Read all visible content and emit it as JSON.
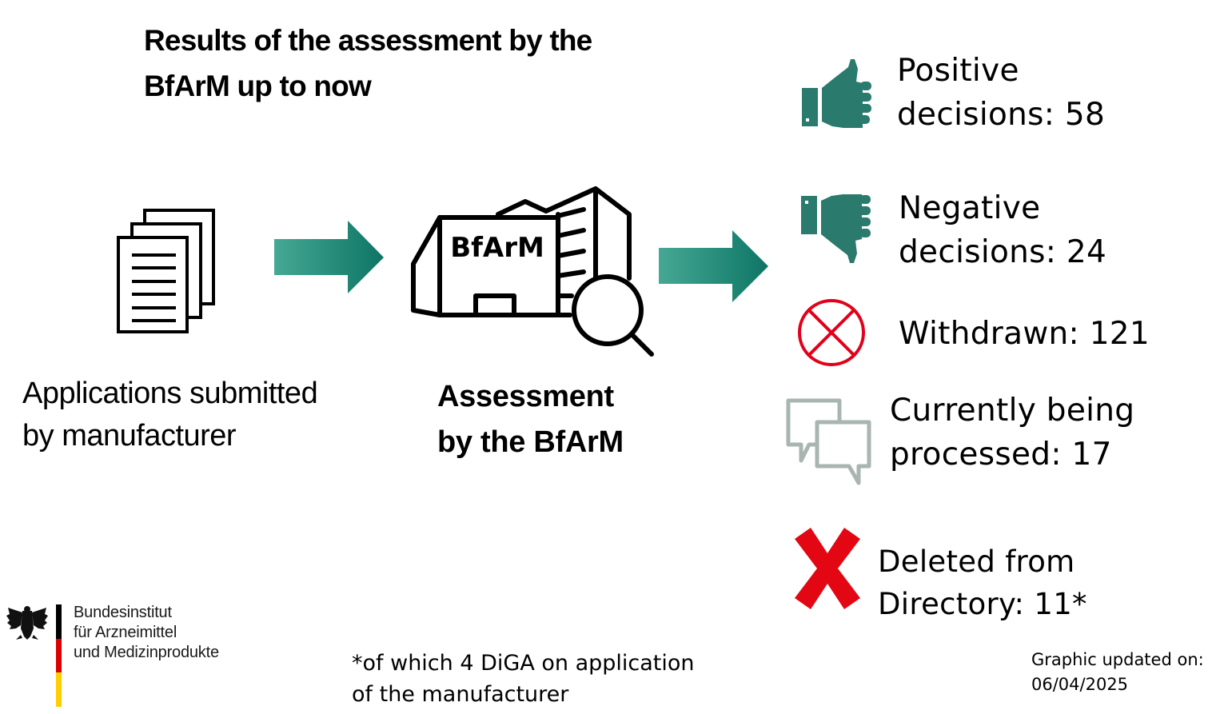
{
  "title": {
    "line1": "Results of the assessment by the",
    "line2": "BfArM up to now"
  },
  "stages": {
    "applications": {
      "icon": "documents-stack-icon",
      "label_line1": "Applications submitted",
      "label_line2": "by manufacturer"
    },
    "assessment": {
      "icon": "building-magnifier-icon",
      "building_sign": "BfArM",
      "label_line1": "Assessment",
      "label_line2": "by the BfArM"
    }
  },
  "arrows": {
    "color_start": "#45a894",
    "color_end": "#0e7565"
  },
  "results": [
    {
      "icon": "thumbs-up-icon",
      "line1": "Positive",
      "line2": "decisions: 58",
      "count": 58,
      "color": "#2a7a6e"
    },
    {
      "icon": "thumbs-down-icon",
      "line1": "Negative",
      "line2": "decisions: 24",
      "count": 24,
      "color": "#2a7a6e"
    },
    {
      "icon": "circle-x-icon",
      "line1": "Withdrawn: 121",
      "count": 121,
      "color": "#e2001a"
    },
    {
      "icon": "speech-bubbles-icon",
      "line1": "Currently being",
      "line2": "processed: 17",
      "count": 17,
      "color": "#a9b5b1"
    },
    {
      "icon": "red-x-icon",
      "line1": "Deleted from",
      "line2": "Directory: 11*",
      "count": 11,
      "color": "#e30613"
    }
  ],
  "footnote": {
    "line1": "*of which 4 DiGA on application",
    "line2": "of the manufacturer"
  },
  "updated": {
    "line1": "Graphic updated on:",
    "line2": "06/04/2025"
  },
  "logo": {
    "icon": "federal-eagle-icon",
    "line1": "Bundesinstitut",
    "line2": "für Arzneimittel",
    "line3": "und Medizinprodukte",
    "flag_colors": [
      "#000000",
      "#dd0000",
      "#ffce00"
    ]
  }
}
